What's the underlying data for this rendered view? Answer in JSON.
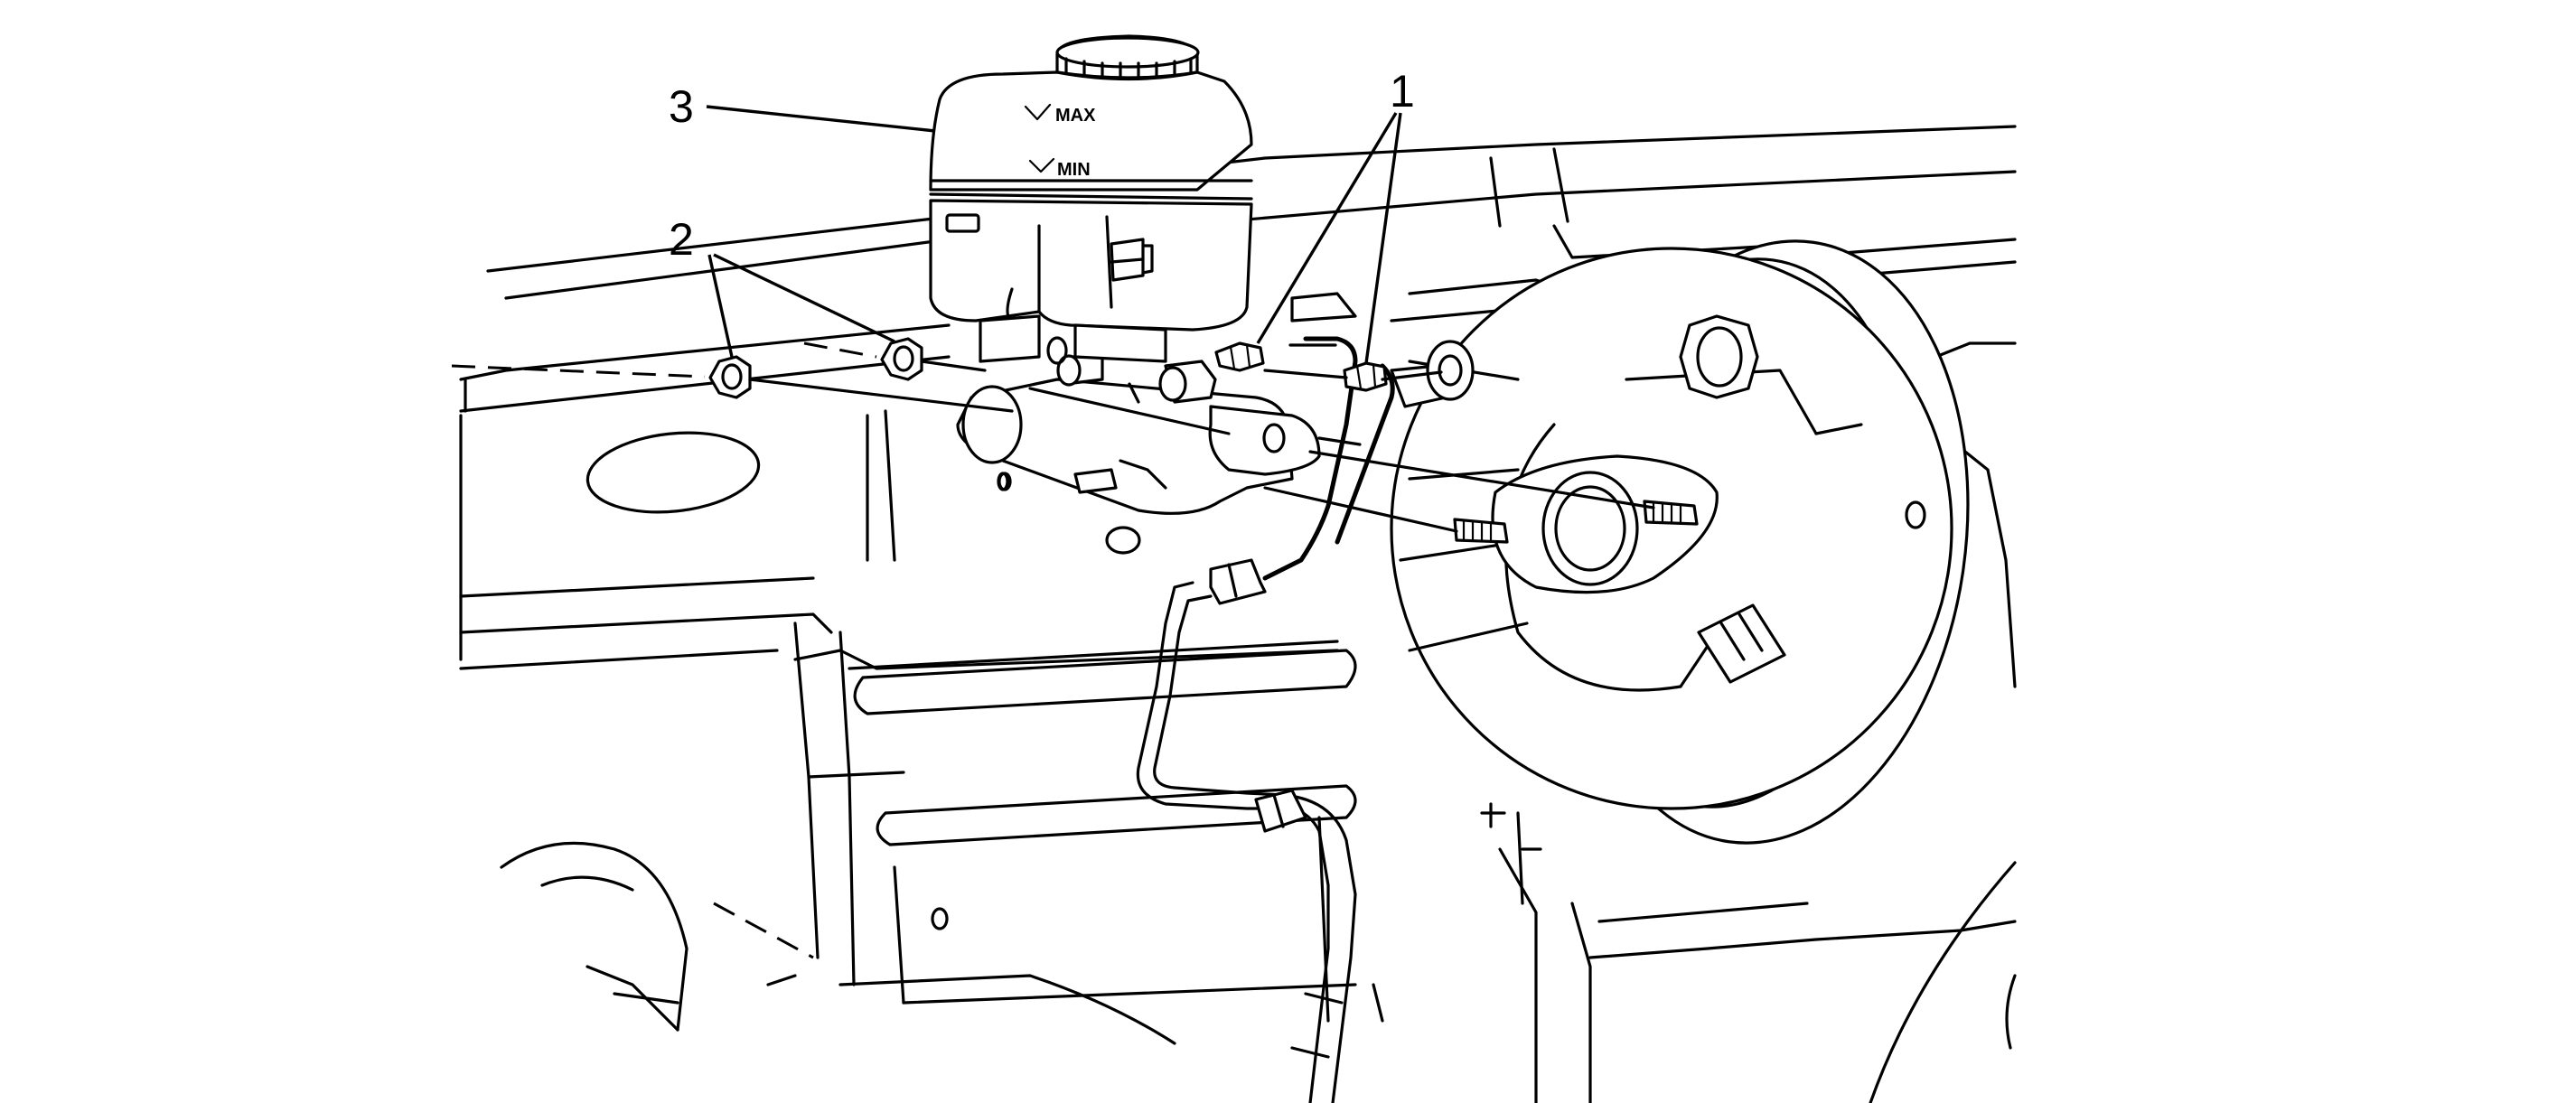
{
  "diagram": {
    "callouts": {
      "one": "1",
      "two": "2",
      "three": "3"
    },
    "reservoir_marks": {
      "max": "MAX",
      "min": "MIN"
    }
  }
}
